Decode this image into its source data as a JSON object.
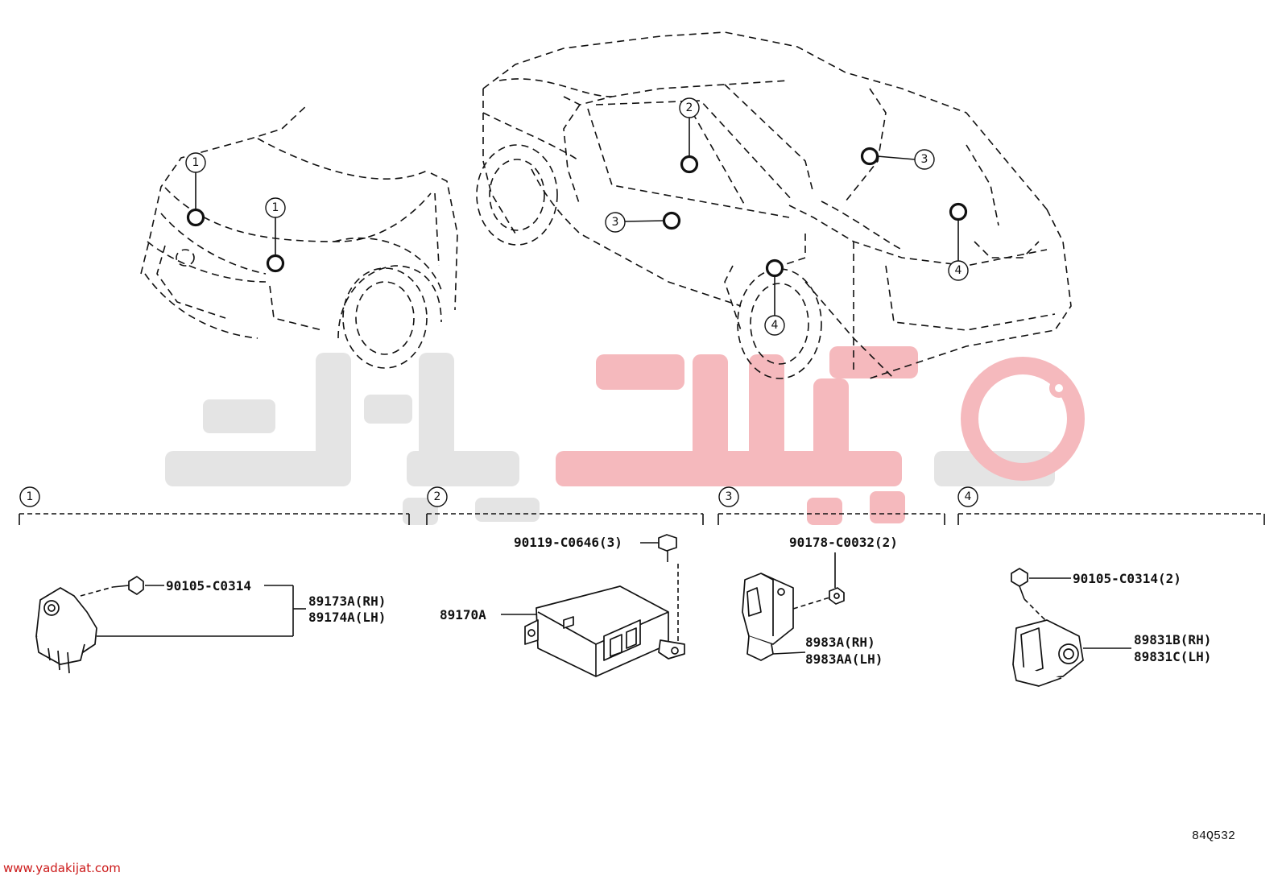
{
  "watermark": {
    "url": "www.yadakijat.com"
  },
  "diagram_code": "84Q532",
  "section_labels": [
    "1",
    "2",
    "3",
    "4"
  ],
  "car_callouts": [
    "1",
    "1",
    "2",
    "3",
    "3",
    "4",
    "4"
  ],
  "sections": [
    {
      "id": "1",
      "bolt": "90105-C0314",
      "part_rh": "89173A(RH)",
      "part_lh": "89174A(LH)"
    },
    {
      "id": "2",
      "bolt": "90119-C0646(3)",
      "part": "89170A"
    },
    {
      "id": "3",
      "bolt": "90178-C0032(2)",
      "part_rh": "8983A(RH)",
      "part_lh": "8983AA(LH)"
    },
    {
      "id": "4",
      "bolt": "90105-C0314(2)",
      "part_rh": "89831B(RH)",
      "part_lh": "89831C(LH)"
    }
  ],
  "colors": {
    "line": "#111111",
    "watermark_gray": "#e4e4e4",
    "watermark_red": "#f5b9bd",
    "url_red": "#cc1a1a"
  }
}
